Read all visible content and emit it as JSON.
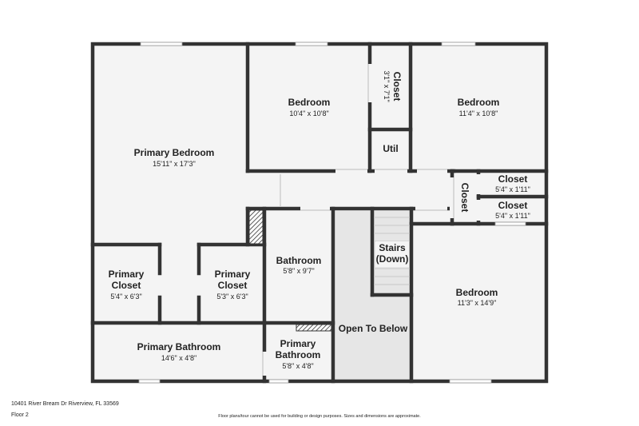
{
  "rooms": {
    "primary_bedroom": {
      "name": "Primary Bedroom",
      "dim": "15'11\" x 17'3\""
    },
    "bedroom_1": {
      "name": "Bedroom",
      "dim": "10'4\" x 10'8\""
    },
    "closet_top": {
      "name": "Closet",
      "dim": "3'1\" x 7'1\""
    },
    "util": {
      "name": "Util"
    },
    "bedroom_2": {
      "name": "Bedroom",
      "dim": "11'4\" x 10'8\""
    },
    "closet_vertical": {
      "name": "Closet"
    },
    "closet_a": {
      "name": "Closet",
      "dim": "5'4\" x 1'11\""
    },
    "closet_b": {
      "name": "Closet",
      "dim": "5'4\" x 1'11\""
    },
    "primary_closet_left": {
      "name_line1": "Primary",
      "name_line2": "Closet",
      "dim": "5'4\" x 6'3\""
    },
    "primary_closet_right": {
      "name_line1": "Primary",
      "name_line2": "Closet",
      "dim": "5'3\" x 6'3\""
    },
    "bathroom": {
      "name": "Bathroom",
      "dim": "5'8\" x 9'7\""
    },
    "stairs": {
      "name_line1": "Stairs",
      "name_line2": "(Down)"
    },
    "bedroom_3": {
      "name": "Bedroom",
      "dim": "11'3\" x 14'9\""
    },
    "open_to_below": {
      "name": "Open To Below"
    },
    "primary_bathroom_1": {
      "name": "Primary Bathroom",
      "dim": "14'6\" x 4'8\""
    },
    "primary_bathroom_2": {
      "name_line1": "Primary",
      "name_line2": "Bathroom",
      "dim": "5'8\" x 4'8\""
    }
  },
  "footer": {
    "address": "10401 River Bream Dr Riverview, FL 33569",
    "floor": "Floor 2",
    "disclaimer": "Floor plans/tour cannot be used for building or design purposes. Sizes and dimensions are approximate."
  },
  "colors": {
    "wall": "#333333",
    "floor": "#f4f4f4",
    "open_to_below": "#e6e6e6",
    "window": "#ffffff"
  }
}
